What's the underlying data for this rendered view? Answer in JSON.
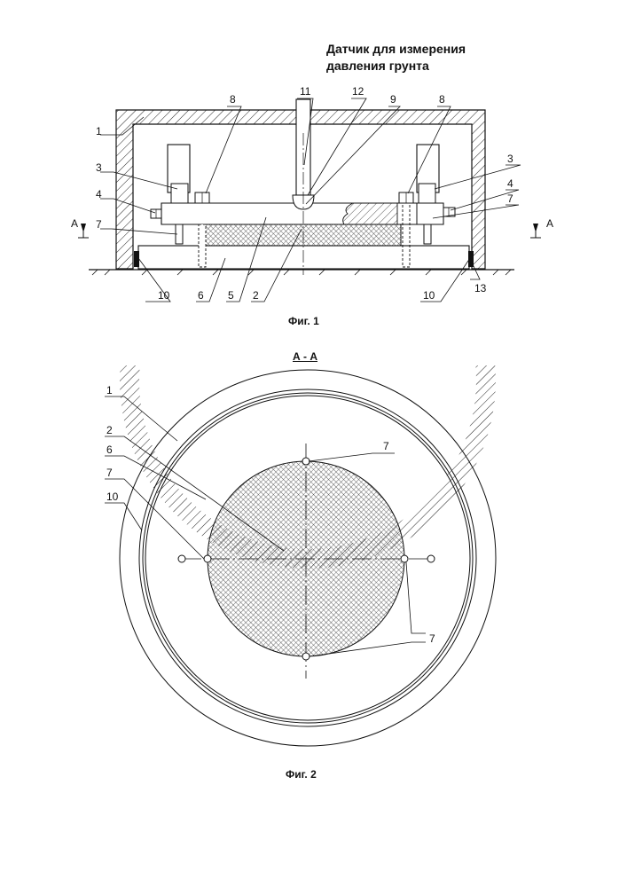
{
  "title": {
    "line1": "Датчик для измерения",
    "line2": "давления грунта"
  },
  "fig1": {
    "caption": "Фиг. 1",
    "labels": {
      "n1": "1",
      "n2": "2",
      "n3a": "3",
      "n3b": "3",
      "n4a": "4",
      "n4b": "4",
      "n5": "5",
      "n6": "6",
      "n7a": "7",
      "n7b": "7",
      "n8a": "8",
      "n8b": "8",
      "n9": "9",
      "n10a": "10",
      "n10b": "10",
      "n11": "11",
      "n12": "12",
      "n13": "13",
      "sectionLeft": "A",
      "sectionRight": "A"
    }
  },
  "fig2": {
    "section_title": "А - А",
    "caption": "Фиг. 2",
    "labels": {
      "n1": "1",
      "n2": "2",
      "n6": "6",
      "n7a": "7",
      "n7b": "7",
      "n7c": "7",
      "n10": "10"
    }
  }
}
